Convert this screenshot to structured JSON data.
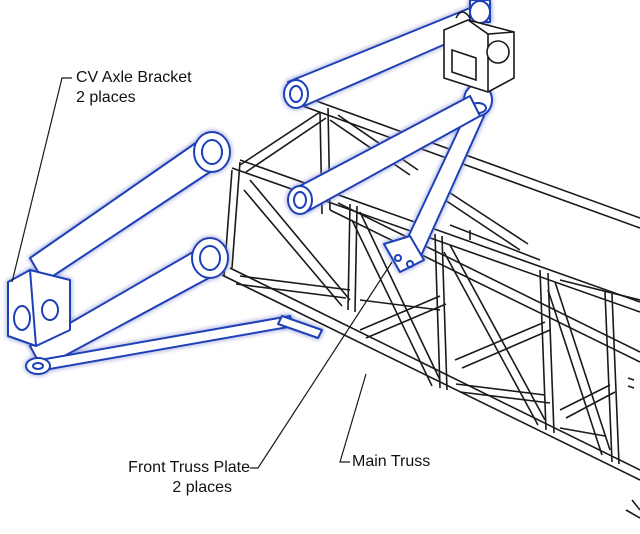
{
  "labels": {
    "cv_axle_bracket": {
      "name": "CV Axle Bracket",
      "qty": "2 places"
    },
    "front_truss_plate": {
      "name": "Front Truss Plate",
      "qty": "2 places"
    },
    "main_truss": {
      "name": "Main Truss"
    }
  },
  "colors": {
    "linework": "#1a1a1a",
    "highlight": "#1f3fb8",
    "highlight_glow": "#9fb4f0",
    "background": "#ffffff"
  }
}
